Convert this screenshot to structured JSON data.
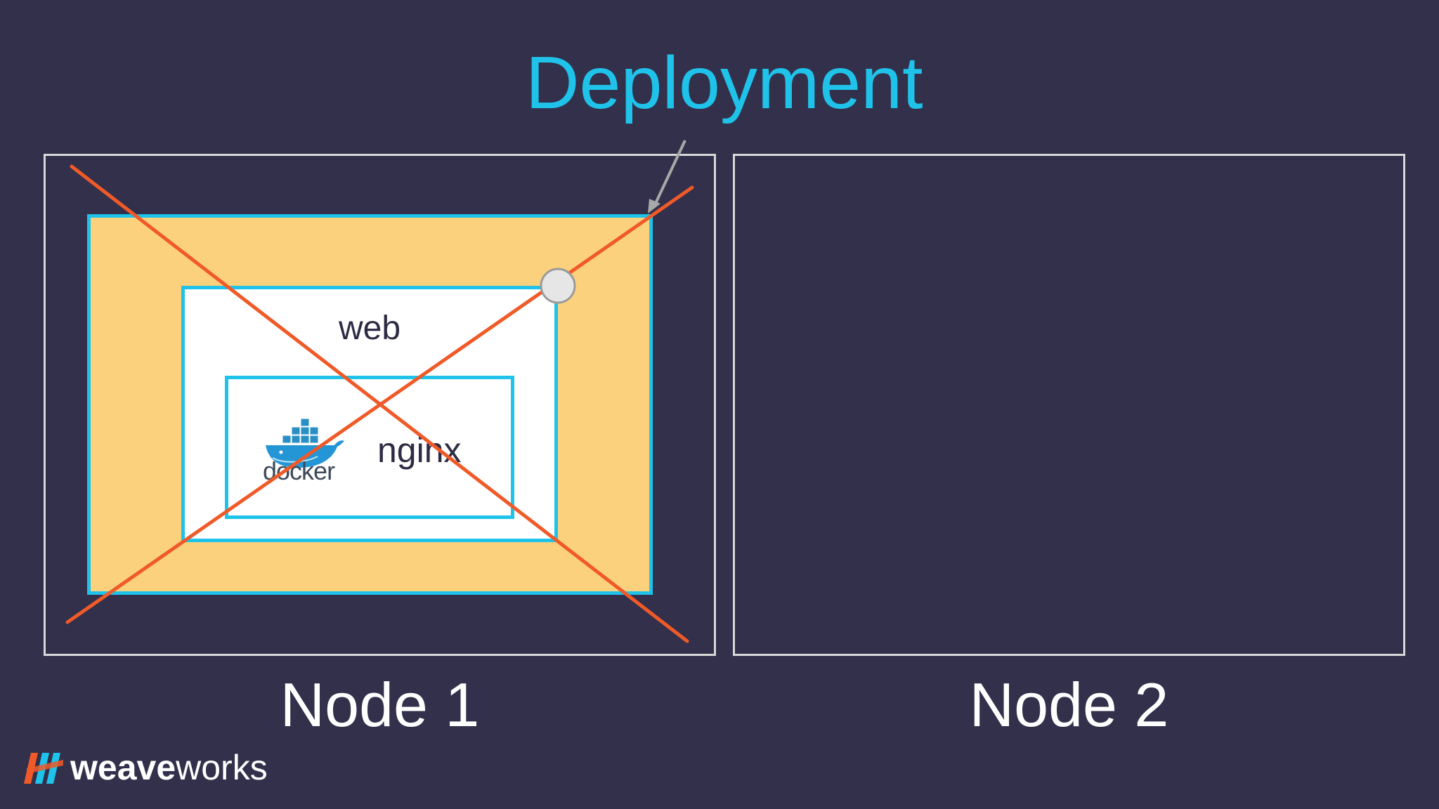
{
  "title": "Deployment",
  "nodes": [
    {
      "label": "Node 1"
    },
    {
      "label": "Node 2"
    }
  ],
  "pod": {
    "name": "web",
    "container": {
      "name": "nginx",
      "logo_text": "docker"
    }
  },
  "brand": {
    "bold": "weave",
    "regular": "works"
  },
  "colors": {
    "background": "#32304b",
    "accent": "#1fc3ea",
    "deployment_fill": "#fcd17e",
    "cross_out": "#f05a28"
  }
}
